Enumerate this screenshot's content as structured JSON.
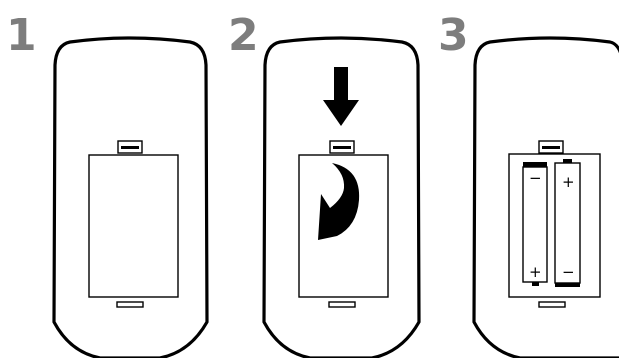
{
  "steps": [
    {
      "number": "1",
      "content": "open-cover-closed"
    },
    {
      "number": "2",
      "content": "slide-down-and-lift-cover"
    },
    {
      "number": "3",
      "content": "insert-batteries"
    }
  ],
  "battery_marks": {
    "left_top": "−",
    "left_bottom": "+",
    "right_top": "+",
    "right_bottom": "−"
  },
  "colors": {
    "step_number": "#7d7d7d",
    "outline": "#000000",
    "arrow_fill": "#000000",
    "background": "#ffffff"
  }
}
